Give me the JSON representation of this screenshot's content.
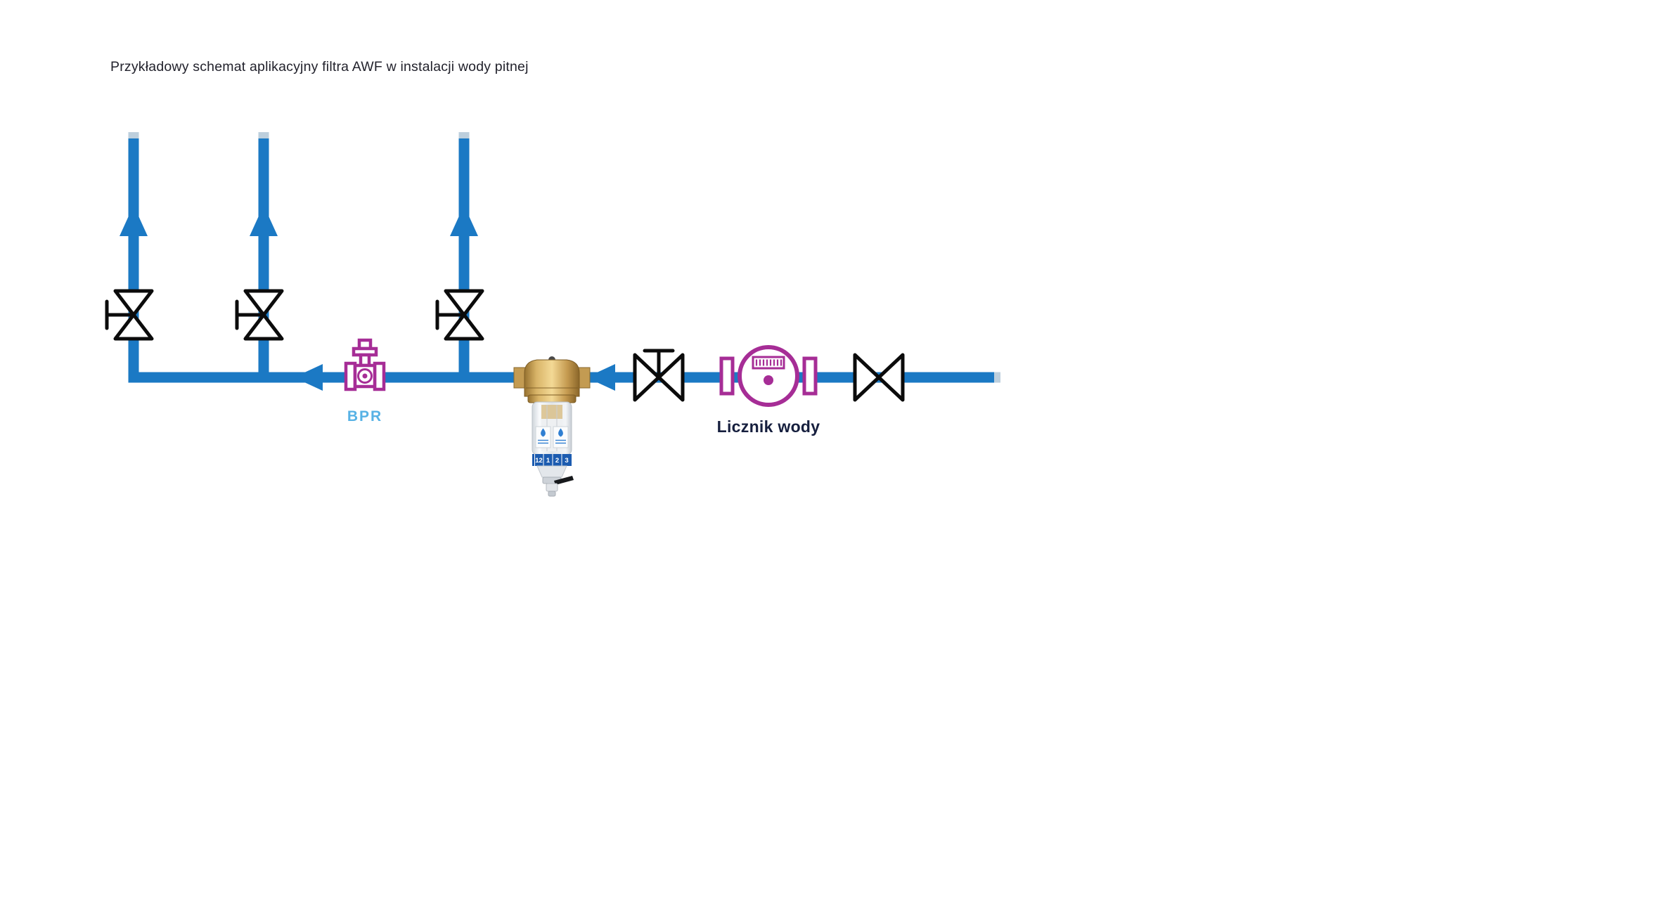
{
  "title": "Przykładowy schemat aplikacyjny filtra AWF w instalacji wody pitnej",
  "labels": {
    "bpr": "BPR",
    "water_meter": "Licznik wody"
  },
  "filter": {
    "scale_numbers": [
      "12",
      "1",
      "2",
      "3"
    ]
  },
  "icons": {
    "riser_valve": "gate-valve-icon",
    "shutoff_valve": "shutoff-valve-icon",
    "flow_arrow_up": "flow-arrow-up-icon",
    "flow_arrow_left": "flow-arrow-left-icon",
    "bpr": "pressure-reducer-icon",
    "water_meter": "water-meter-icon",
    "filter": "awf-filter",
    "droplet": "droplet-icon"
  },
  "colors": {
    "pipe": "#1b79c4",
    "pipe-cap": "#bdcfdd",
    "valve": "#0b0b0b",
    "magenta": "#a62d96",
    "bpr-label": "#57b2e5",
    "meter-label": "#161f3e",
    "title-color": "#22222c",
    "filter-band": "#1c5cb0"
  }
}
